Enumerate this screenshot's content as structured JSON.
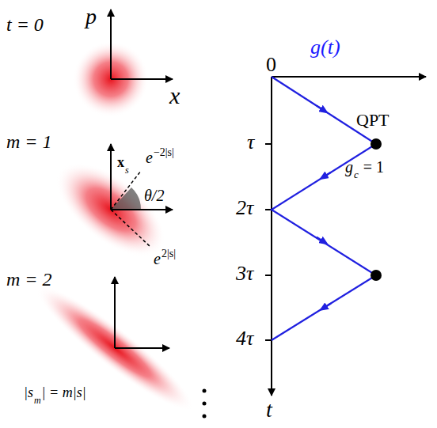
{
  "diagram": {
    "labels": [
      "t = 0",
      "p",
      "x",
      "m = 1",
      "x",
      "s",
      "e",
      "−2|s|",
      "θ/2",
      "e",
      "2|s|",
      "m = 2",
      "|s",
      "m",
      "| = m|s|",
      "g(t)",
      "0",
      "QPT",
      "τ",
      "g",
      "c",
      " = 1",
      "2τ",
      "3τ",
      "4τ",
      "t"
    ]
  }
}
